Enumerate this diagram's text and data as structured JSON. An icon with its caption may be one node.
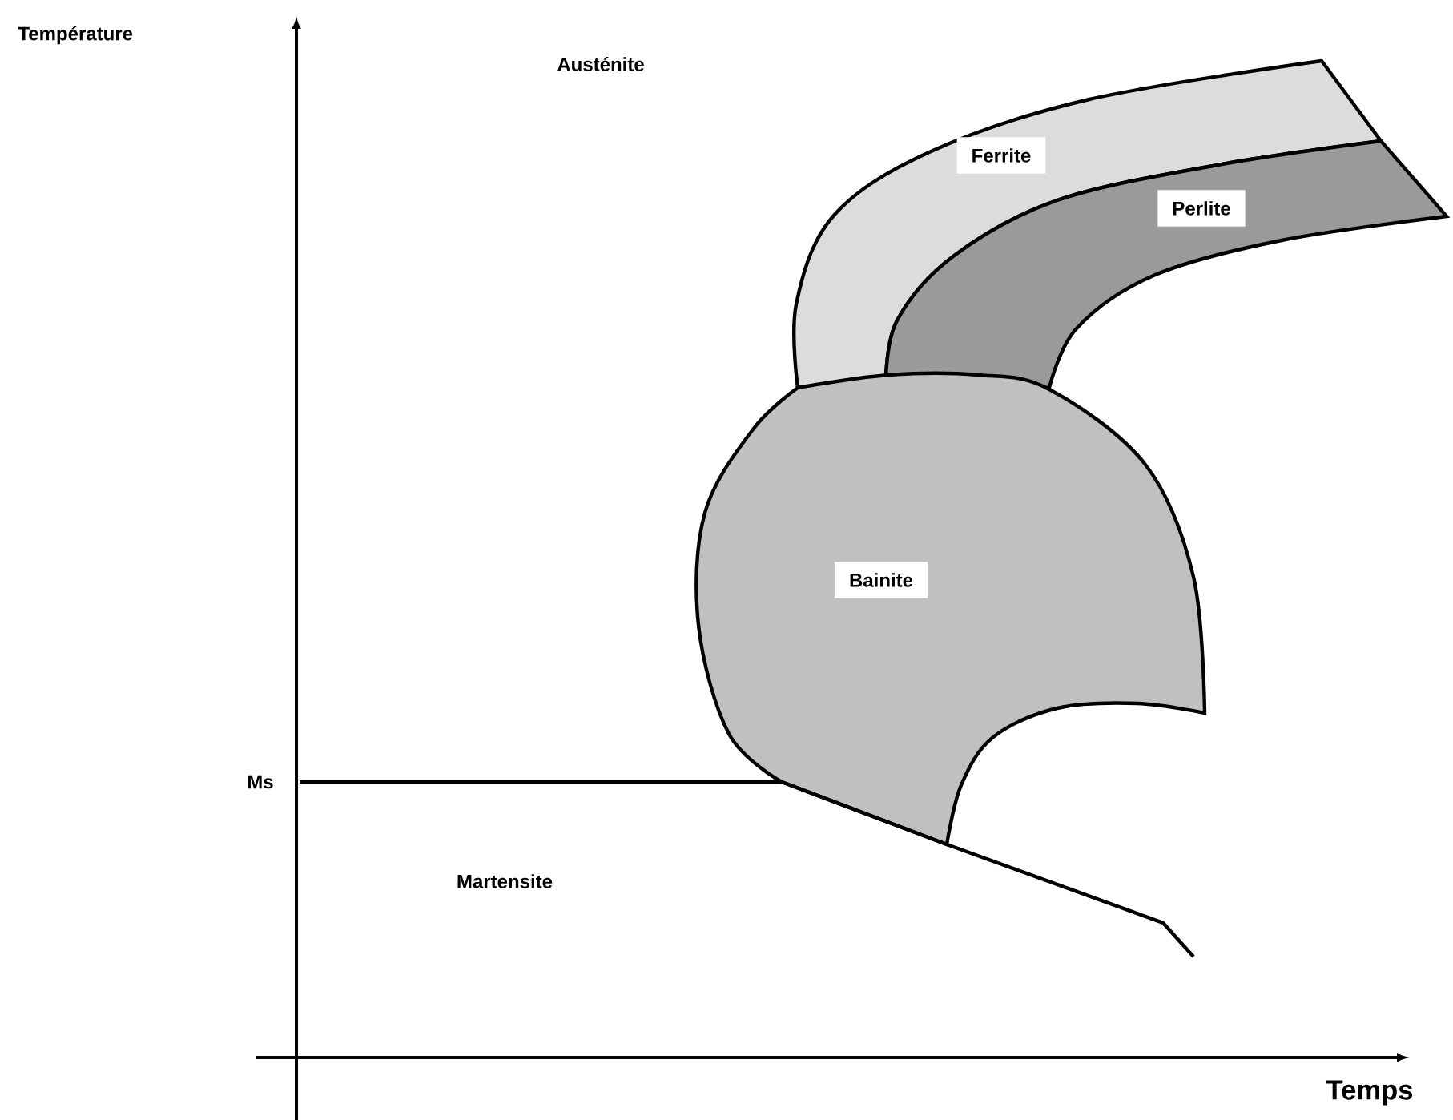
{
  "diagram": {
    "nodes": [
      {
        "text": [
          "Ferrite"
        ]
      },
      {
        "text": [
          "Perlite"
        ]
      },
      {
        "text": [
          "Bainite"
        ]
      }
    ],
    "labels": [
      "Température",
      "Austénite",
      "Ms",
      "Martensite",
      "Temps"
    ]
  }
}
